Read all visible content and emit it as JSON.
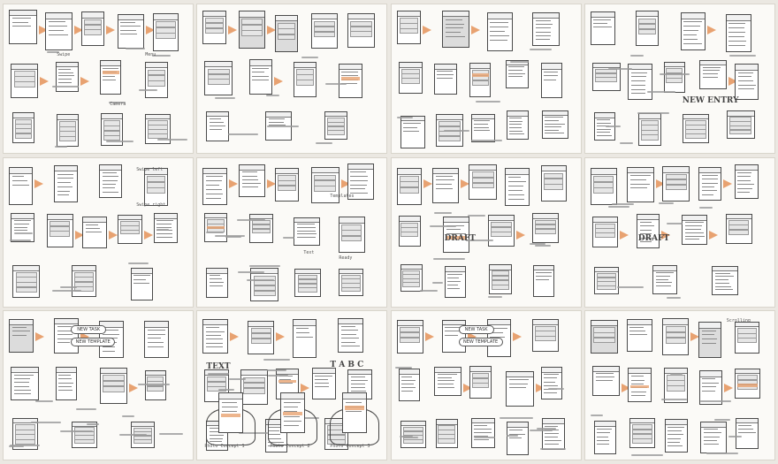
{
  "board": {
    "title": "",
    "grid": {
      "rows": 3,
      "cols": 4
    }
  },
  "handwriting": {
    "sheet_1_1": [
      "Swipe",
      "Camera",
      "Menu"
    ],
    "sheet_1_4": [
      "NEW ENTRY"
    ],
    "sheet_2_1": [
      "Swipe left",
      "Swipe right"
    ],
    "sheet_2_2": [
      "Templates",
      "Text",
      "Ready"
    ],
    "sheet_2_3": [
      "DRAFT"
    ],
    "sheet_2_4": [
      "DRAFT"
    ],
    "sheet_3_1": [
      "NEW TASK",
      "NEW TEMPLATE"
    ],
    "sheet_3_2": [
      "Photo Concept 1",
      "Photo Concept 2",
      "Photo Concept 3",
      "TEXT",
      "T A B C"
    ],
    "sheet_3_3": [
      "NEW TASK",
      "NEW TEMPLATE"
    ],
    "sheet_3_4": [
      "Scrolling"
    ]
  },
  "colors": {
    "accent": "#e8a271",
    "paper": "#fbfaf7",
    "ink": "#4a4a4a"
  }
}
